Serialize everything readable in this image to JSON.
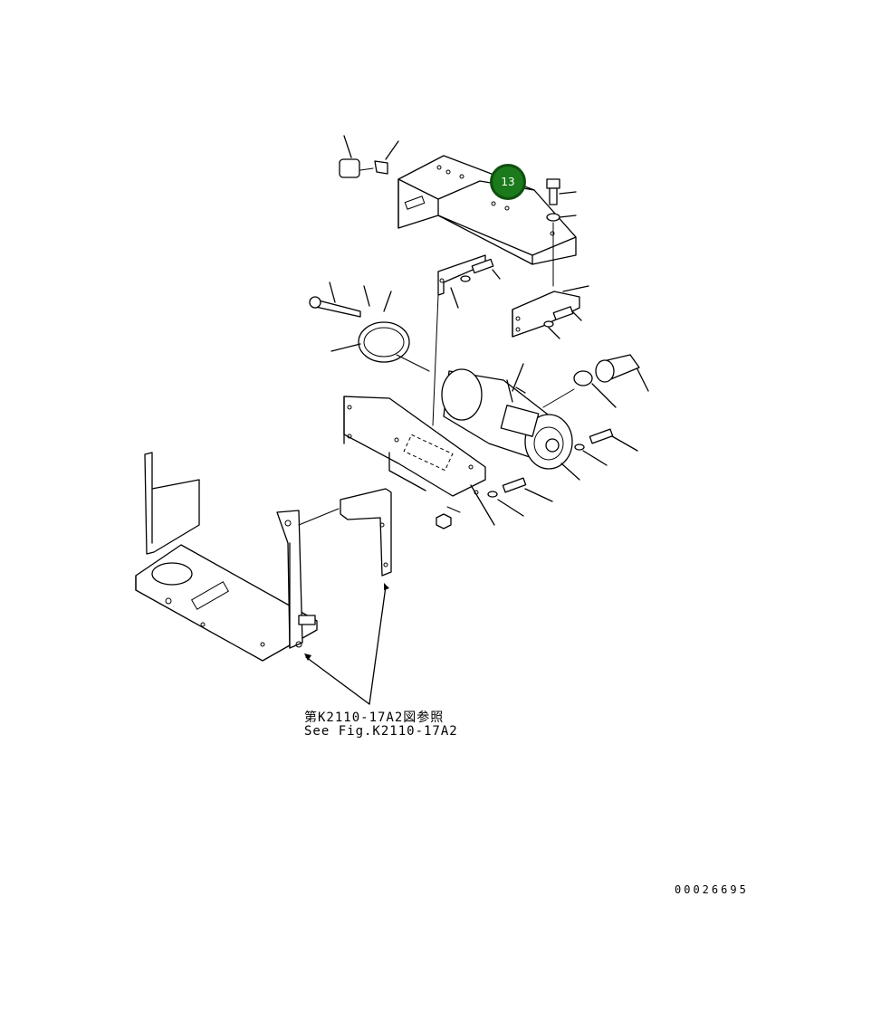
{
  "diagram": {
    "callout_label": "13",
    "callout_color": "#1b7a1b",
    "reference_japanese": "第K2110-17A2図参照",
    "reference_english": "See Fig.K2110-17A2",
    "document_code": "00026695"
  }
}
